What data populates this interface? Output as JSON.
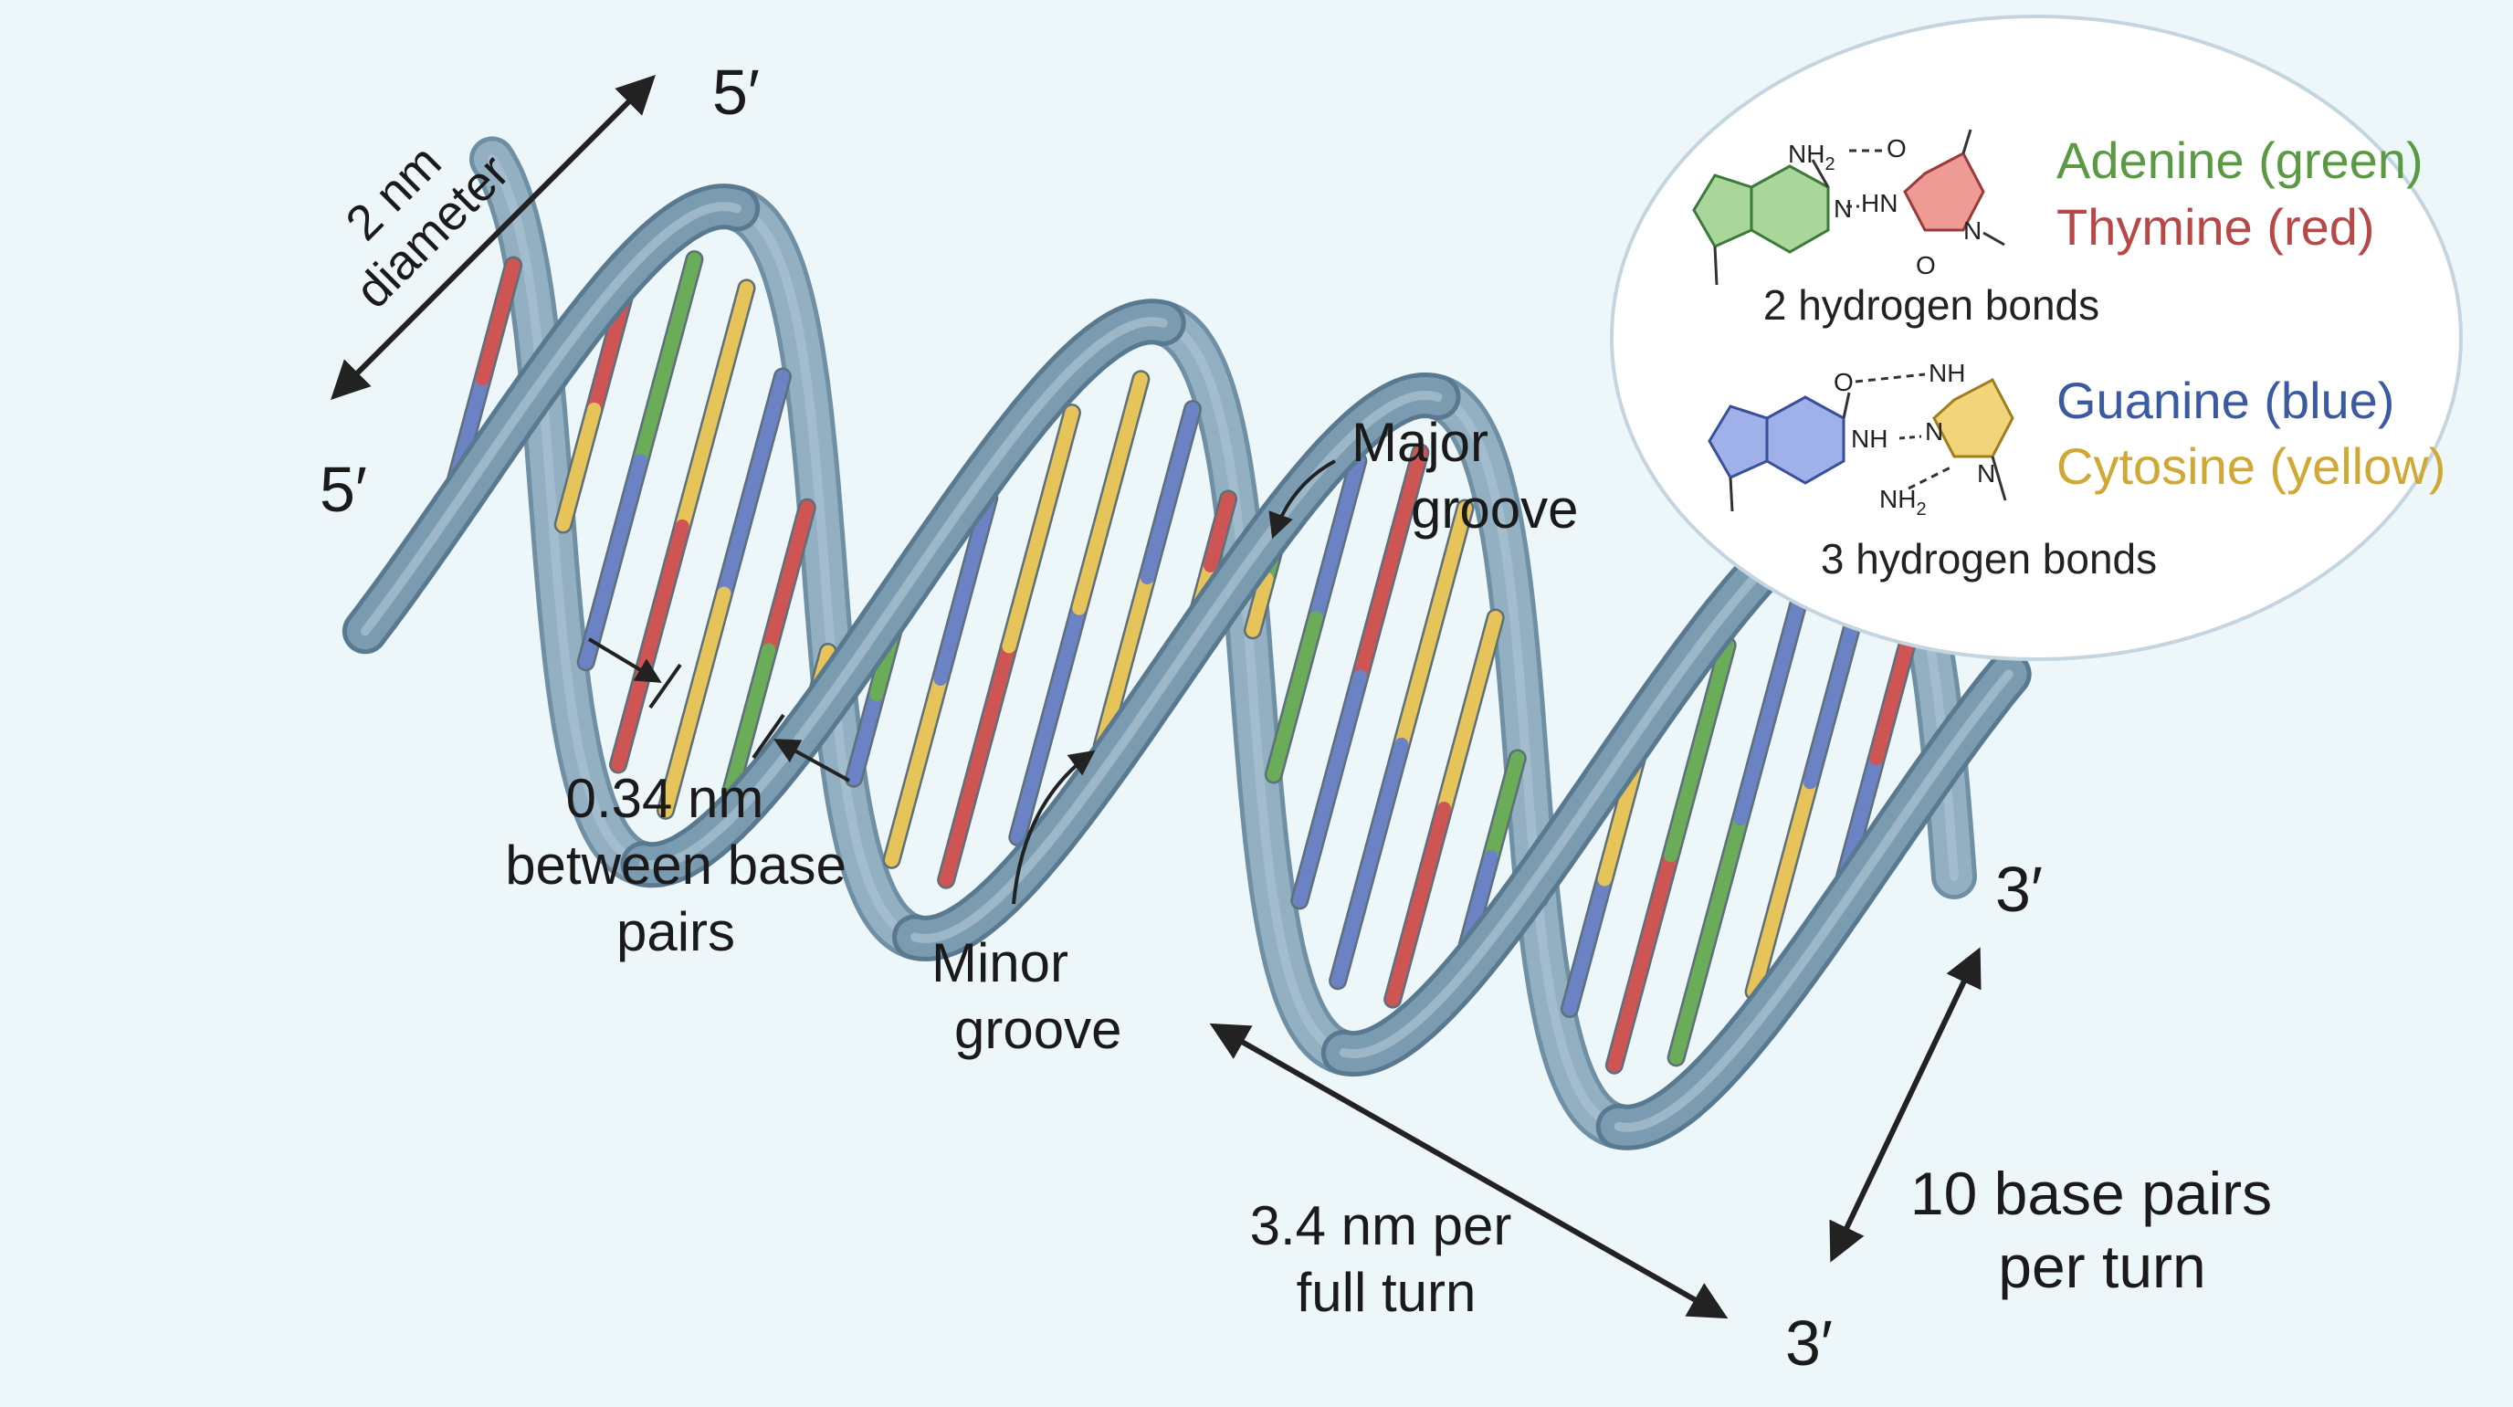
{
  "colors": {
    "background": "#edf6f9",
    "backbone": "#7b9bb0",
    "backbone_dark": "#58798f",
    "backbone_light": "#a9c3d3",
    "adenine": "#6aac58",
    "thymine": "#cf5454",
    "guanine": "#6b82c4",
    "cytosine": "#e7c45a",
    "label": "#1a1a1a"
  },
  "strand_ends": {
    "top_left": "5′",
    "left": "5′",
    "right_upper": "3′",
    "bottom": "3′"
  },
  "dimensions": {
    "diameter": [
      "2 nm",
      "diameter"
    ],
    "rise": [
      "0.34 nm",
      "between base",
      "pairs"
    ],
    "pitch": [
      "3.4 nm per",
      "full turn"
    ],
    "bp_per_turn": [
      "10 base pairs",
      "per turn"
    ]
  },
  "grooves": {
    "major": [
      "Major",
      "groove"
    ],
    "minor": [
      "Minor",
      "groove"
    ]
  },
  "base_pair_sequence": [
    "GT",
    "GA",
    "TC",
    "AG",
    "CT",
    "GC",
    "TA",
    "CT",
    "GA",
    "CG",
    "TC",
    "GC",
    "CG",
    "CT",
    "AC",
    "GA",
    "TG",
    "CG",
    "CT",
    "AG",
    "AT",
    "GC",
    "TA",
    "AG",
    "CG",
    "GT",
    "CT"
  ],
  "legend": {
    "pair_at": {
      "names": [
        "Adenine (green)",
        "Thymine (red)"
      ],
      "bonds": "2 hydrogen bonds",
      "atoms": {
        "nh2": "NH",
        "nh2_sub": "2",
        "o": "O",
        "n": "N",
        "hn": "HN"
      }
    },
    "pair_gc": {
      "names": [
        "Guanine (blue)",
        "Cytosine (yellow)"
      ],
      "bonds": "3 hydrogen bonds",
      "atoms": {
        "o": "O",
        "nh": "NH",
        "nh2": "NH",
        "nh2_sub": "2",
        "n": "N"
      }
    }
  }
}
